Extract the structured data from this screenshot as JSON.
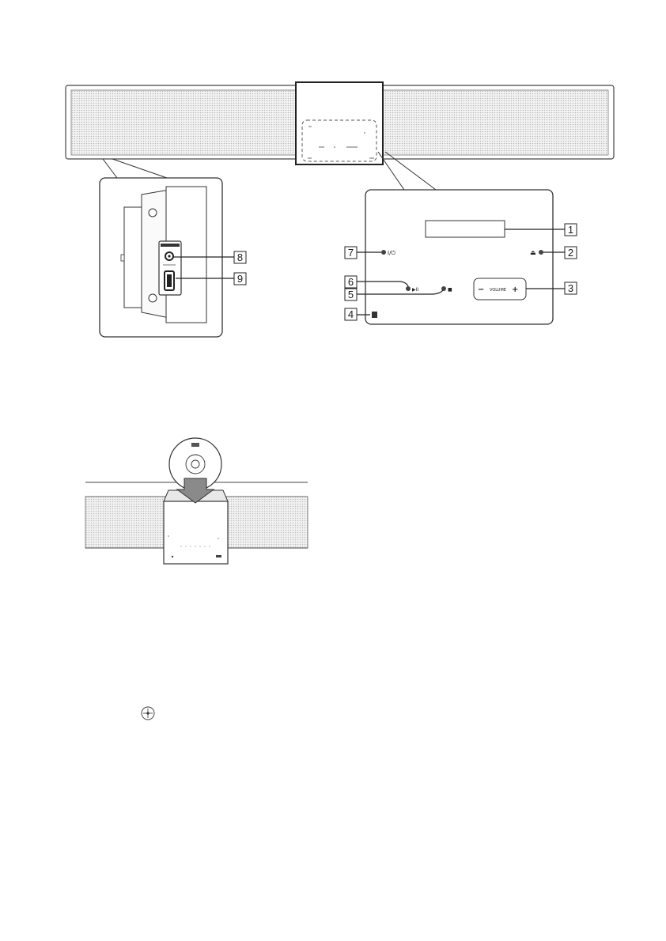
{
  "callouts": {
    "c1": "1",
    "c2": "2",
    "c3": "3",
    "c4": "4",
    "c5": "5",
    "c6": "6",
    "c7": "7",
    "c8": "8",
    "c9": "9"
  },
  "panel": {
    "power_symbol": "I/⏻",
    "eject_symbol": "⏏",
    "play_pause_symbol": "▶II",
    "stop_symbol": "■",
    "volume_label": "VOLUME",
    "volume_minus": "−",
    "volume_plus": "+"
  },
  "footnote_symbol": "⊕",
  "icons": [
    "disc-icon",
    "insert-arrow-icon",
    "remote-sensor-icon",
    "usb-port-icon",
    "headphone-jack-icon"
  ]
}
